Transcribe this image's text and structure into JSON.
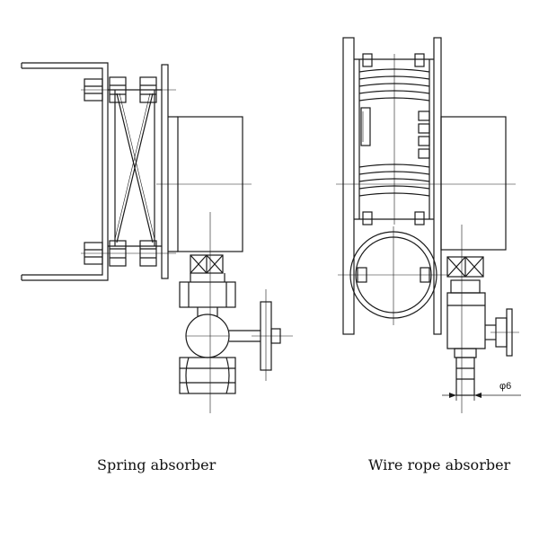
{
  "figures": [
    {
      "caption": "Spring absorber"
    },
    {
      "caption": "Wire rope absorber"
    }
  ],
  "dimension_label": "φ6",
  "colors": {
    "line": "#1a1a1a",
    "background": "#ffffff"
  }
}
